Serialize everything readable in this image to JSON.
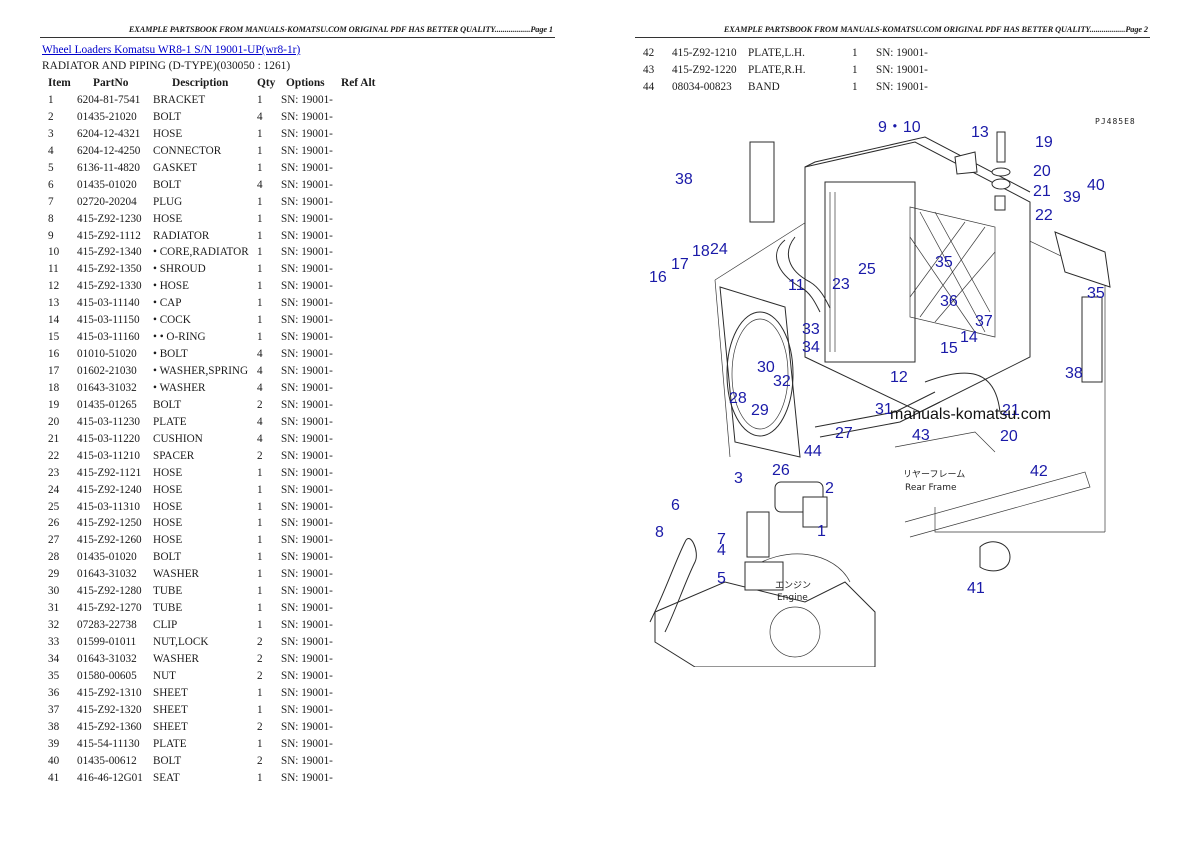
{
  "pages": [
    {
      "header": "EXAMPLE PARTSBOOK FROM MANUALS-KOMATSU.COM ORIGINAL PDF HAS BETTER QUALITY..................Page 1"
    },
    {
      "header": "EXAMPLE PARTSBOOK FROM MANUALS-KOMATSU.COM ORIGINAL PDF HAS BETTER QUALITY..................Page 2"
    }
  ],
  "model_link": "Wheel Loaders Komatsu WR8-1 S/N 19001-UP(wr8-1r)",
  "section_title": "RADIATOR AND PIPING (D-TYPE)(030050 : 1261)",
  "columns": {
    "item": "Item",
    "partno": "PartNo",
    "description": "Description",
    "qty": "Qty",
    "options": "Options",
    "ref_alt": "Ref Alt"
  },
  "parts": [
    {
      "item": "1",
      "partno": "6204-81-7541",
      "description": "BRACKET",
      "qty": "1",
      "options": "SN: 19001-"
    },
    {
      "item": "2",
      "partno": "01435-21020",
      "description": "BOLT",
      "qty": "4",
      "options": "SN: 19001-"
    },
    {
      "item": "3",
      "partno": "6204-12-4321",
      "description": "HOSE",
      "qty": "1",
      "options": "SN: 19001-"
    },
    {
      "item": "4",
      "partno": "6204-12-4250",
      "description": "CONNECTOR",
      "qty": "1",
      "options": "SN: 19001-"
    },
    {
      "item": "5",
      "partno": "6136-11-4820",
      "description": "GASKET",
      "qty": "1",
      "options": "SN: 19001-"
    },
    {
      "item": "6",
      "partno": "01435-01020",
      "description": "BOLT",
      "qty": "4",
      "options": "SN: 19001-"
    },
    {
      "item": "7",
      "partno": "02720-20204",
      "description": "PLUG",
      "qty": "1",
      "options": "SN: 19001-"
    },
    {
      "item": "8",
      "partno": "415-Z92-1230",
      "description": "HOSE",
      "qty": "1",
      "options": "SN: 19001-"
    },
    {
      "item": "9",
      "partno": "415-Z92-1112",
      "description": "RADIATOR",
      "qty": "1",
      "options": "SN: 19001-"
    },
    {
      "item": "10",
      "partno": "415-Z92-1340",
      "description": "• CORE,RADIATOR",
      "qty": "1",
      "options": "SN: 19001-"
    },
    {
      "item": "11",
      "partno": "415-Z92-1350",
      "description": "• SHROUD",
      "qty": "1",
      "options": "SN: 19001-"
    },
    {
      "item": "12",
      "partno": "415-Z92-1330",
      "description": "• HOSE",
      "qty": "1",
      "options": "SN: 19001-"
    },
    {
      "item": "13",
      "partno": "415-03-11140",
      "description": "• CAP",
      "qty": "1",
      "options": "SN: 19001-"
    },
    {
      "item": "14",
      "partno": "415-03-11150",
      "description": "• COCK",
      "qty": "1",
      "options": "SN: 19001-"
    },
    {
      "item": "15",
      "partno": "415-03-11160",
      "description": "• • O-RING",
      "qty": "1",
      "options": "SN: 19001-"
    },
    {
      "item": "16",
      "partno": "01010-51020",
      "description": "• BOLT",
      "qty": "4",
      "options": "SN: 19001-"
    },
    {
      "item": "17",
      "partno": "01602-21030",
      "description": "• WASHER,SPRING",
      "qty": "4",
      "options": "SN: 19001-"
    },
    {
      "item": "18",
      "partno": "01643-31032",
      "description": "• WASHER",
      "qty": "4",
      "options": "SN: 19001-"
    },
    {
      "item": "19",
      "partno": "01435-01265",
      "description": "BOLT",
      "qty": "2",
      "options": "SN: 19001-"
    },
    {
      "item": "20",
      "partno": "415-03-11230",
      "description": "PLATE",
      "qty": "4",
      "options": "SN: 19001-"
    },
    {
      "item": "21",
      "partno": "415-03-11220",
      "description": "CUSHION",
      "qty": "4",
      "options": "SN: 19001-"
    },
    {
      "item": "22",
      "partno": "415-03-11210",
      "description": "SPACER",
      "qty": "2",
      "options": "SN: 19001-"
    },
    {
      "item": "23",
      "partno": "415-Z92-1121",
      "description": "HOSE",
      "qty": "1",
      "options": "SN: 19001-"
    },
    {
      "item": "24",
      "partno": "415-Z92-1240",
      "description": "HOSE",
      "qty": "1",
      "options": "SN: 19001-"
    },
    {
      "item": "25",
      "partno": "415-03-11310",
      "description": "HOSE",
      "qty": "1",
      "options": "SN: 19001-"
    },
    {
      "item": "26",
      "partno": "415-Z92-1250",
      "description": "HOSE",
      "qty": "1",
      "options": "SN: 19001-"
    },
    {
      "item": "27",
      "partno": "415-Z92-1260",
      "description": "HOSE",
      "qty": "1",
      "options": "SN: 19001-"
    },
    {
      "item": "28",
      "partno": "01435-01020",
      "description": "BOLT",
      "qty": "1",
      "options": "SN: 19001-"
    },
    {
      "item": "29",
      "partno": "01643-31032",
      "description": "WASHER",
      "qty": "1",
      "options": "SN: 19001-"
    },
    {
      "item": "30",
      "partno": "415-Z92-1280",
      "description": "TUBE",
      "qty": "1",
      "options": "SN: 19001-"
    },
    {
      "item": "31",
      "partno": "415-Z92-1270",
      "description": "TUBE",
      "qty": "1",
      "options": "SN: 19001-"
    },
    {
      "item": "32",
      "partno": "07283-22738",
      "description": "CLIP",
      "qty": "1",
      "options": "SN: 19001-"
    },
    {
      "item": "33",
      "partno": "01599-01011",
      "description": "NUT,LOCK",
      "qty": "2",
      "options": "SN: 19001-"
    },
    {
      "item": "34",
      "partno": "01643-31032",
      "description": "WASHER",
      "qty": "2",
      "options": "SN: 19001-"
    },
    {
      "item": "35",
      "partno": "01580-00605",
      "description": "NUT",
      "qty": "2",
      "options": "SN: 19001-"
    },
    {
      "item": "36",
      "partno": "415-Z92-1310",
      "description": "SHEET",
      "qty": "1",
      "options": "SN: 19001-"
    },
    {
      "item": "37",
      "partno": "415-Z92-1320",
      "description": "SHEET",
      "qty": "1",
      "options": "SN: 19001-"
    },
    {
      "item": "38",
      "partno": "415-Z92-1360",
      "description": "SHEET",
      "qty": "2",
      "options": "SN: 19001-"
    },
    {
      "item": "39",
      "partno": "415-54-11130",
      "description": "PLATE",
      "qty": "1",
      "options": "SN: 19001-"
    },
    {
      "item": "40",
      "partno": "01435-00612",
      "description": "BOLT",
      "qty": "2",
      "options": "SN: 19001-"
    },
    {
      "item": "41",
      "partno": "416-46-12G01",
      "description": "SEAT",
      "qty": "1",
      "options": "SN: 19001-"
    },
    {
      "item": "42",
      "partno": "415-Z92-1210",
      "description": "PLATE,L.H.",
      "qty": "1",
      "options": "SN: 19001-"
    },
    {
      "item": "43",
      "partno": "415-Z92-1220",
      "description": "PLATE,R.H.",
      "qty": "1",
      "options": "SN: 19001-"
    },
    {
      "item": "44",
      "partno": "08034-00823",
      "description": "BAND",
      "qty": "1",
      "options": "SN: 19001-"
    }
  ],
  "diagram": {
    "drawing_code": "PJ485E8",
    "watermark": "manuals-komatsu.com",
    "rear_frame_jp": "リヤーフレーム",
    "rear_frame_en": "Rear Frame",
    "engine_jp": "エンジン",
    "engine_en": "Engine",
    "callouts": [
      "9・10",
      "13",
      "19",
      "20",
      "21",
      "22",
      "38",
      "39",
      "40",
      "24",
      "25",
      "23",
      "35",
      "36",
      "37",
      "16",
      "17",
      "18",
      "11",
      "33",
      "34",
      "14",
      "15",
      "30",
      "32",
      "12",
      "28",
      "29",
      "31",
      "27",
      "43",
      "21",
      "20",
      "42",
      "26",
      "44",
      "3",
      "2",
      "6",
      "1",
      "7",
      "8",
      "4",
      "5",
      "41",
      "38",
      "35"
    ]
  }
}
